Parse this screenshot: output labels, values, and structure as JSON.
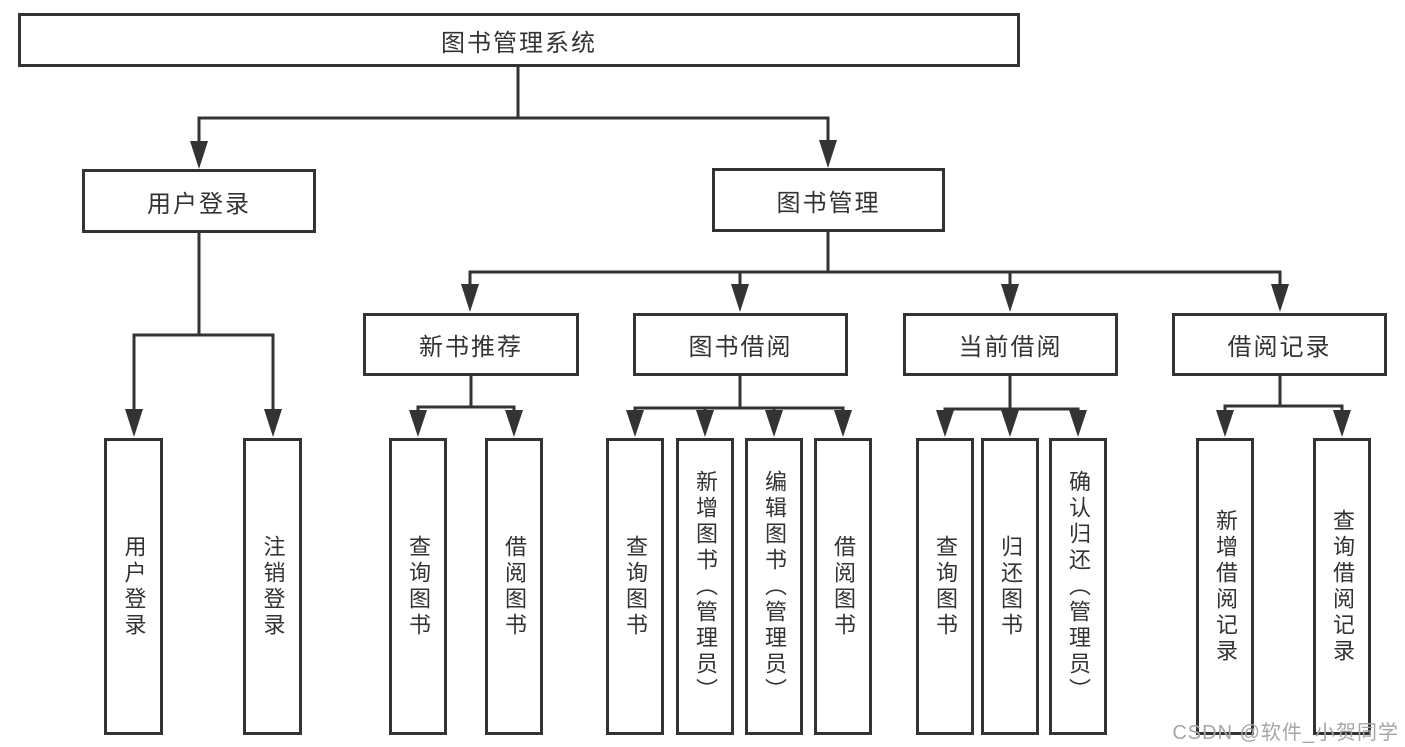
{
  "tree": {
    "root": "图书管理系统",
    "branches": [
      {
        "label": "用户登录",
        "children": [
          "用户登录",
          "注销登录"
        ]
      },
      {
        "label": "图书管理",
        "sections": [
          {
            "label": "新书推荐",
            "children": [
              "查询图书",
              "借阅图书"
            ]
          },
          {
            "label": "图书借阅",
            "children": [
              "查询图书",
              "新增图书（管理员）",
              "编辑图书（管理员）",
              "借阅图书"
            ]
          },
          {
            "label": "当前借阅",
            "children": [
              "查询图书",
              "归还图书",
              "确认归还（管理员）"
            ]
          },
          {
            "label": "借阅记录",
            "children": [
              "新增借阅记录",
              "查询借阅记录"
            ]
          }
        ]
      }
    ]
  },
  "watermark": {
    "text": "CSDN @软件_小贺同学"
  },
  "colors": {
    "line": "#333333",
    "box_border": "#333333",
    "text": "#333333",
    "watermark": "#a6a6a6",
    "background": "#ffffff"
  }
}
